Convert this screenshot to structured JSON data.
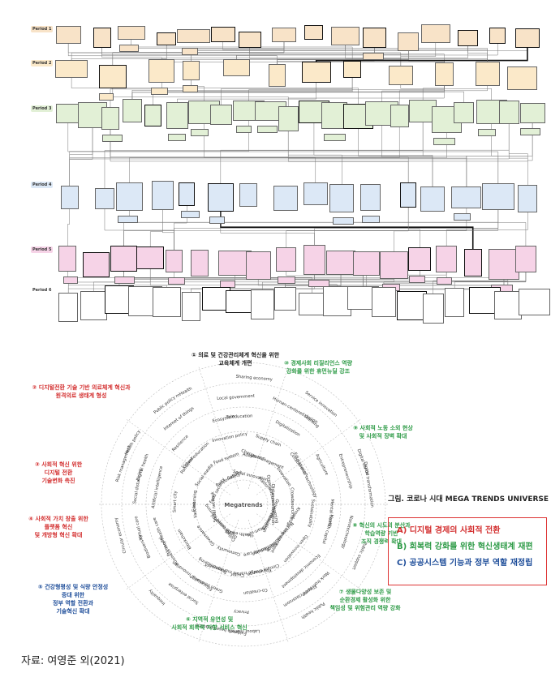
{
  "network": {
    "periods": [
      "Period 1",
      "Period 2",
      "Period 3",
      "Period 4",
      "Period 5",
      "Period 6"
    ],
    "period_colors": [
      "#f8e3c8",
      "#fbe9c9",
      "#e2f0d6",
      "#dce8f6",
      "#f6d3e7",
      "#ffffff"
    ]
  },
  "wheel": {
    "center_label": "Megatrends",
    "themes": [
      {
        "num": "①",
        "lines": [
          "의료 및 건강관리체계 혁신을 위한",
          "교육체계 개편"
        ],
        "color": "#222"
      },
      {
        "num": "②",
        "lines": [
          "디지털전환 기술 기반 의료체계 혁신과",
          "원격의료 생태계 형성"
        ],
        "color": "#d32f2f"
      },
      {
        "num": "③",
        "lines": [
          "사회적 혁신 위한",
          "디지털 전환",
          "기술변화 촉진"
        ],
        "color": "#d32f2f"
      },
      {
        "num": "④",
        "lines": [
          "사회적 가치 창출 위한",
          "플랫폼 혁신",
          "및 개방형 혁신 확대"
        ],
        "color": "#d32f2f"
      },
      {
        "num": "⑤",
        "lines": [
          "건강형평성 및 식량 안정성",
          "증대 위한",
          "정부 역할 전환과",
          "기술혁신 확대"
        ],
        "color": "#1f4e9a"
      },
      {
        "num": "⑥",
        "lines": [
          "지역적 유연성 및",
          "사회적 회복력 지향 서비스 혁신"
        ],
        "color": "#2e9b47"
      },
      {
        "num": "⑦",
        "lines": [
          "생물다양성 보존 및",
          "순환경제 활성화 위한",
          "책임성 및 위험관리 역량 강화"
        ],
        "color": "#2e9b47"
      },
      {
        "num": "⑧",
        "lines": [
          "혁신의 시도의 분산과",
          "학습역량 기반",
          "조직 경쟁력 확대"
        ],
        "color": "#2e9b47"
      },
      {
        "num": "⑨",
        "lines": [
          "사회적 노동 소외 현상",
          "및 사회적 장벽 확대"
        ],
        "color": "#2e9b47"
      },
      {
        "num": "⑩",
        "lines": [
          "경제사회 리질리언스 역량",
          "강화를 위한 휴먼뉴딜 강조"
        ],
        "color": "#2e9b47"
      }
    ],
    "terms": [
      "Distance education",
      "Nursing education",
      "Knowledge transfer",
      "Educational innovation",
      "Virtual care",
      "Health policy",
      "Safety",
      "Change management",
      "Educational technology",
      "Human capital",
      "Flipped classroom",
      "Evidence based practice",
      "Collaborative learning",
      "E-learning",
      "Virtual education",
      "Teleducation",
      "Learning",
      "Digital transformation",
      "Telehealth",
      "Remote care",
      "Telemonitoring",
      "Primary health care",
      "Digital health",
      "mHealth",
      "Social innovation",
      "Innovation",
      "Sustainability",
      "Economic development",
      "Privacy",
      "Inequality",
      "Social network",
      "Social media",
      "Innovation policy",
      "Digitalization",
      "Entrepreneurship",
      "Public support",
      "Start-ups",
      "Community",
      "Blockchain",
      "Artificial intelligence",
      "Internet of things",
      "Sharing economy",
      "Platform",
      "Crowdsourcing",
      "Open innovation",
      "Co-creation",
      "Social enterprise",
      "Circular economy",
      "Food security",
      "Food system",
      "Supply chain",
      "Agriculture",
      "Nanotechnology",
      "Public health",
      "Health equity",
      "Governance",
      "Smart city",
      "Resilience",
      "Local government",
      "Service innovation",
      "Organizational learning",
      "Knowledge management",
      "Climate change",
      "Green innovation",
      "Biodiversity",
      "Risk management",
      "Responsibility",
      "Adaptation",
      "Collaboration",
      "Mental health",
      "Work from home",
      "Labour market",
      "Digital economy",
      "Vaccine",
      "Pandemic",
      "Ecosystem",
      "Human-centered design",
      "Digital divide",
      "Online education",
      "Telemedicine",
      "Crisis management",
      "Business model",
      "Social distancing",
      "Public policy"
    ],
    "caption": "그림. 코로나 시대 MEGA TRENDS UNIVERSE"
  },
  "legend": [
    {
      "text": "A) 디지털 경제의 사회적 전환",
      "color": "#d32f2f"
    },
    {
      "text": "B) 회복력 강화를 위한 혁신생태계 재편",
      "color": "#2e9b47"
    },
    {
      "text": "C) 공공시스템 기능과 정부 역할 재정립",
      "color": "#1f4e9a"
    }
  ],
  "source": "자료: 여영준 외(2021)"
}
